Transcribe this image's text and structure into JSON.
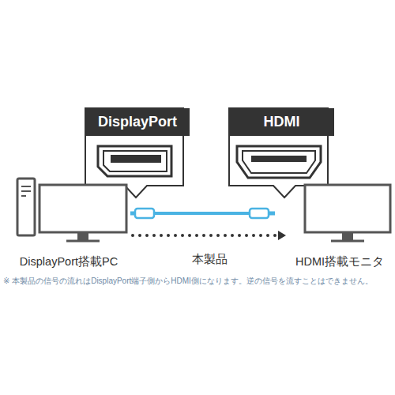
{
  "diagram": {
    "nodes": [
      {
        "text": [
          "DisplayPort"
        ]
      },
      {
        "text": [
          "HDMI"
        ]
      },
      {
        "text": [
          "DisplayPort搭載PC"
        ]
      },
      {
        "text": [
          "HDMI搭載モニタ"
        ]
      }
    ],
    "edges": [
      {
        "from": 2,
        "to": 3,
        "arrow": "to",
        "label": "本製品"
      }
    ],
    "labels": [
      "※ 本製品の信号の流れはDisplayPort端子側からHDMI側になります。逆の信号を流すことはできません。"
    ]
  }
}
